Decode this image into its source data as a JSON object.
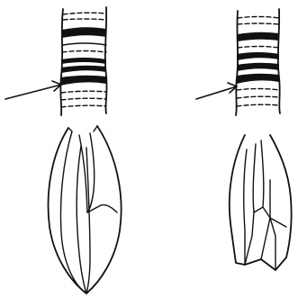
{
  "figure": {
    "type": "line-drawing",
    "colors": {
      "ink": "#111111",
      "paper": "#ffffff"
    },
    "panels": [
      {
        "id": "banded-structure-left",
        "arrow": true
      },
      {
        "id": "banded-structure-right",
        "arrow": true
      },
      {
        "id": "pointed-body-left"
      },
      {
        "id": "pointed-body-right"
      }
    ]
  }
}
